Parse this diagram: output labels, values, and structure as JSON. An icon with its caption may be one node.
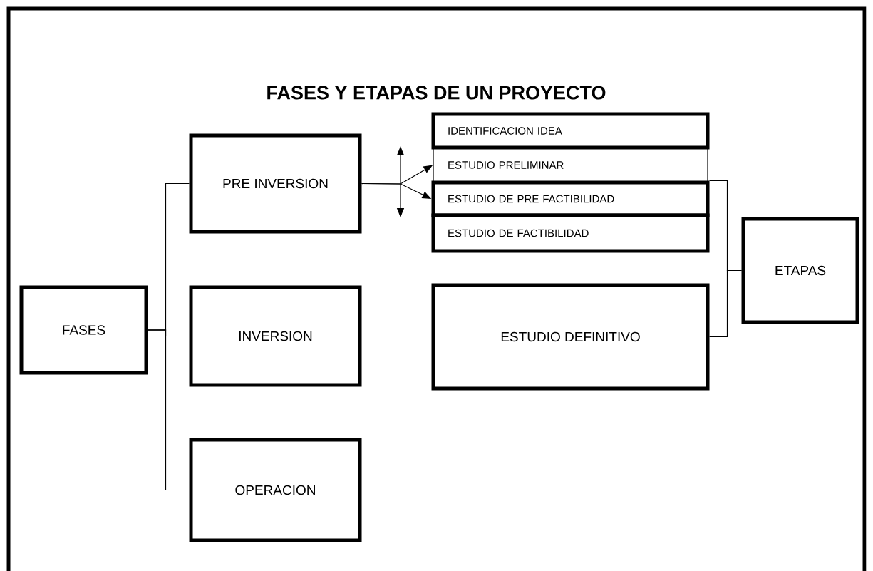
{
  "diagram": {
    "title": "FASES Y ETAPAS DE UN PROYECTO",
    "nodes": [
      {
        "text": [
          "FASES"
        ]
      },
      {
        "text": [
          "PRE INVERSION"
        ]
      },
      {
        "text": [
          "INVERSION"
        ]
      },
      {
        "text": [
          "OPERACION"
        ]
      },
      {
        "text": [
          "IDENTIFICACION IDEA"
        ]
      },
      {
        "text": [
          "ESTUDIO PRELIMINAR"
        ]
      },
      {
        "text": [
          "ESTUDIO DE PRE FACTIBILIDAD"
        ]
      },
      {
        "text": [
          "ESTUDIO DE FACTIBILIDAD"
        ]
      },
      {
        "text": [
          "ESTUDIO DEFINITIVO"
        ]
      },
      {
        "text": [
          "ETAPAS"
        ]
      }
    ],
    "edges": [
      {
        "from": 0,
        "to": 1,
        "arrow": "none"
      },
      {
        "from": 0,
        "to": 2,
        "arrow": "none"
      },
      {
        "from": 0,
        "to": 3,
        "arrow": "none"
      },
      {
        "from": 1,
        "to": 5,
        "arrow": "to"
      },
      {
        "from": 1,
        "to": 6,
        "arrow": "to"
      },
      {
        "from": 6,
        "to": 9,
        "arrow": "none"
      },
      {
        "from": 8,
        "to": 9,
        "arrow": "none"
      }
    ]
  }
}
